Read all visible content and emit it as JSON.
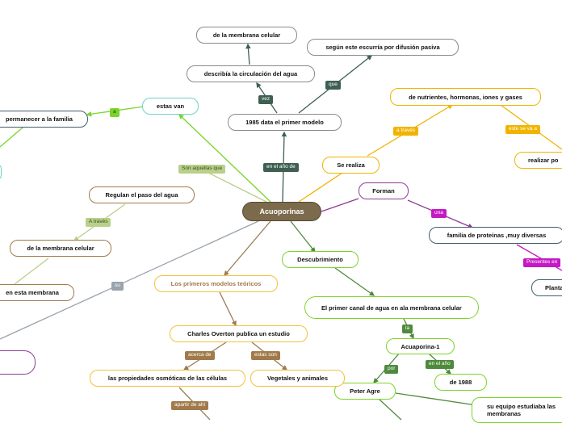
{
  "colors": {
    "root": "#7b6a4c",
    "gray": "#8a8a8a",
    "teal": "#3e5f52",
    "gold": "#f0b400",
    "green": "#7bd42a",
    "mint": "#6fd3c4",
    "tan": "#9b7a55",
    "olive": "#b9d08a",
    "purple": "#8e3a96",
    "magenta": "#c419c4",
    "slate": "#3f5f6e",
    "orange": "#f2c23a",
    "brown": "#a07a4a",
    "dkgreen": "#4e8a3c",
    "bgray": "#9aa3ad"
  },
  "root": "Acuoporinas",
  "nodes": {
    "membrana_top": "de la membrana celular",
    "difusion": "según este escurría por difusión pasiva",
    "circulacion": "describía la circulación del agua",
    "primer_modelo": "1985 data el primer modelo",
    "nutrientes": "de nutrientes, hormonas, iones y gases",
    "estas_van": "estas van",
    "permanecer": "permanecer a la familia",
    "se_realiza": "Se realiza",
    "realizar_po": "realizar po",
    "forman": "Forman",
    "regulan": "Regulan el paso del agua",
    "familia_proteinas": "familia de proteínas ,muy diversas",
    "membrana_left": "de la membrana celular",
    "planta": "Planta",
    "en_esta_membrana": "en esta membrana",
    "descubrimiento": "Descubrimiento",
    "primeros_modelos": "Los primeros modelos teóricos",
    "primer_canal": "El primer canal de agua en ala membrana celular",
    "overton": "Charles Overton publica un estudio",
    "acuaporina1": "Acuaporina-1",
    "propiedades": "las propiedades osmóticas de las células",
    "vegetales": "Vegetales y animales",
    "de1988": "de 1988",
    "peter_agre": "Peter Agre",
    "equipo": "su equipo estudiaba las membranas"
  },
  "labels": {
    "que": "que",
    "vez": "vez",
    "a_traves_gold": "a través",
    "este_se_va_a": "este se va a",
    "a": "a",
    "en_el_ano_de": "en el año de",
    "son_aquellas_que": "Son aquellas que",
    "una": "una",
    "a_traves_olive": "A través",
    "presentes_en": "Presentes en",
    "su": "su",
    "la": "la",
    "por": "por",
    "en_el_ano": "en el año",
    "acerca_de": "acerca de",
    "estas_son": "estas son",
    "apartir_de_ahi": "apartir de ahí"
  }
}
